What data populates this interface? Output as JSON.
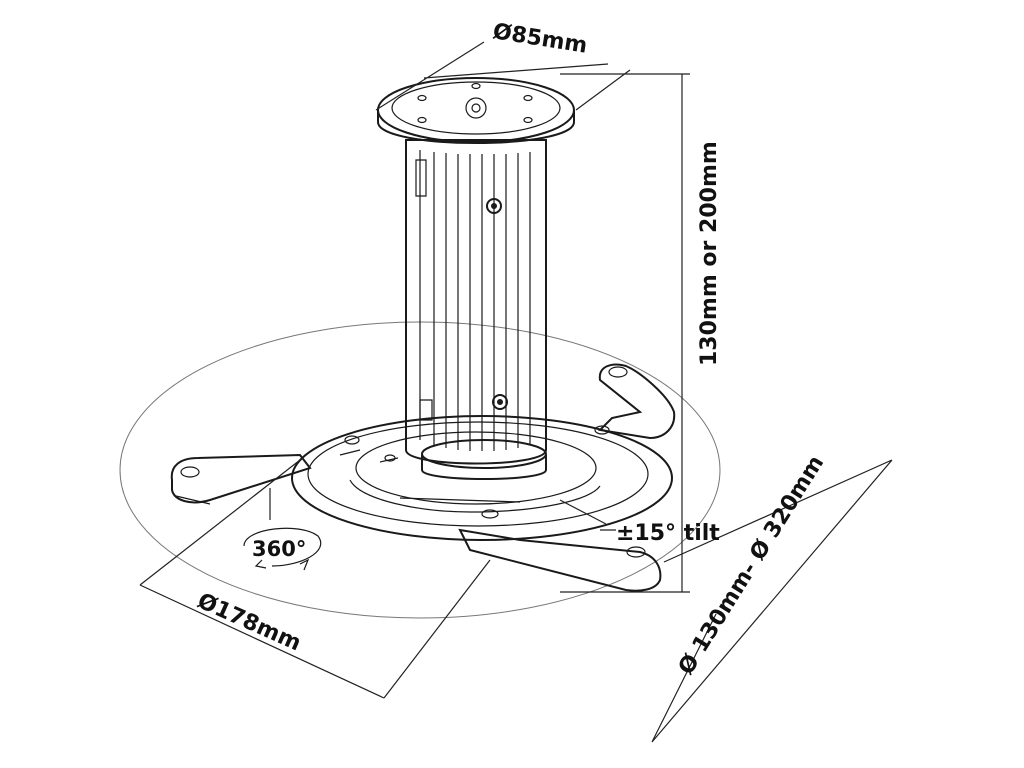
{
  "labels": {
    "top_diameter": "Ø85mm",
    "height": "130mm or 200mm",
    "rotation": "360°",
    "tilt": "±15° tilt",
    "plate_diameter": "Ø178mm",
    "arm_range": "Ø 130mm- Ø 320mm"
  },
  "colors": {
    "line": "#1a1a1a",
    "fill": "#ffffff"
  }
}
